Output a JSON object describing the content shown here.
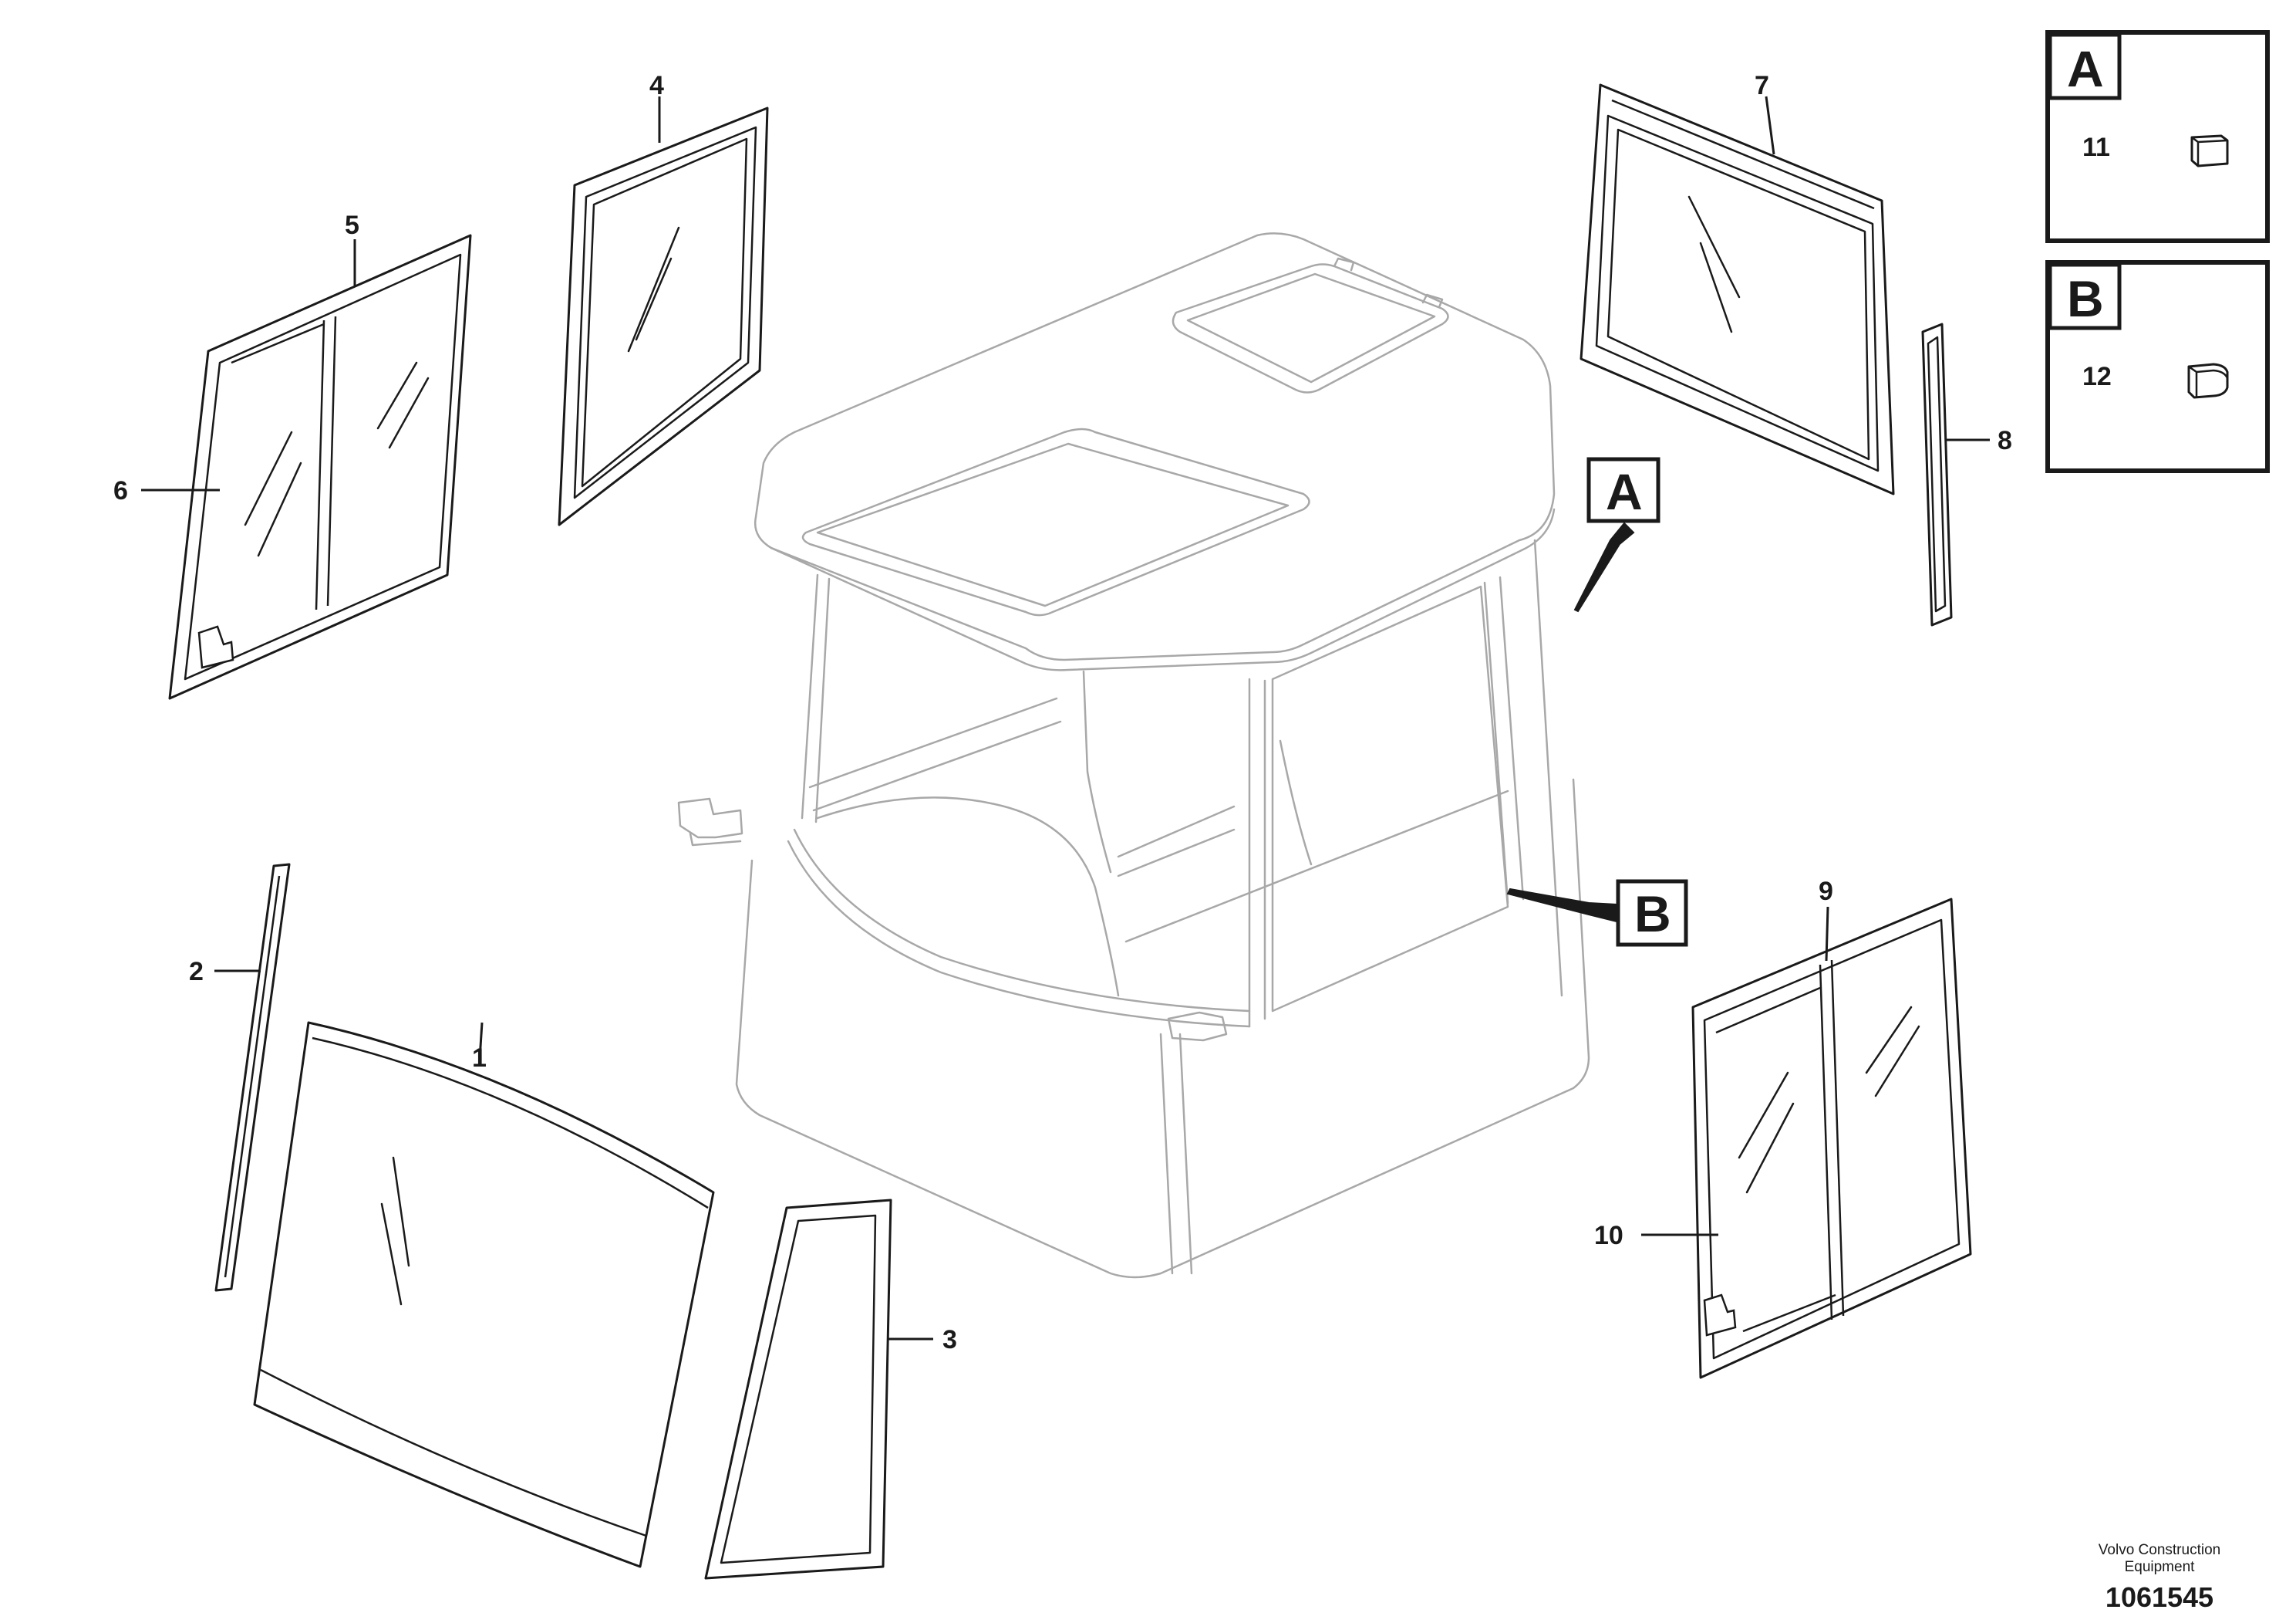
{
  "callouts": {
    "c1": "1",
    "c2": "2",
    "c3": "3",
    "c4": "4",
    "c5": "5",
    "c6": "6",
    "c7": "7",
    "c8": "8",
    "c9": "9",
    "c10": "10",
    "c11": "11",
    "c12": "12"
  },
  "detail_markers": {
    "a": "A",
    "b": "B"
  },
  "detail_boxes": {
    "a": {
      "letter": "A",
      "part": "11"
    },
    "b": {
      "letter": "B",
      "part": "12"
    }
  },
  "footer": {
    "company_line1": "Volvo Construction",
    "company_line2": "Equipment",
    "drawing_number": "1061545"
  }
}
